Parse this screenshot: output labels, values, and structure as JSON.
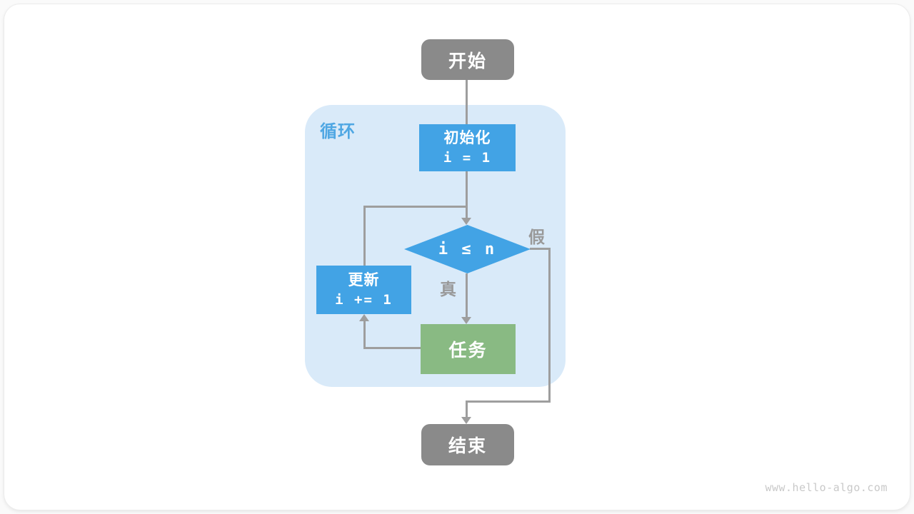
{
  "diagram": {
    "nodes": {
      "start": {
        "label": "开始"
      },
      "init": {
        "line1": "初始化",
        "line2": "i = 1"
      },
      "condition": {
        "label": "i ≤ n"
      },
      "update": {
        "line1": "更新",
        "line2": "i += 1"
      },
      "task": {
        "label": "任务"
      },
      "end": {
        "label": "结束"
      }
    },
    "loop_container_label": "循环",
    "branch_labels": {
      "true": "真",
      "false": "假"
    }
  },
  "footer": {
    "watermark": "www.hello-algo.com"
  },
  "colors": {
    "node_blue": "#42A3E5",
    "node_green": "#89BA83",
    "node_gray": "#8A8A8A",
    "loop_container_bg": "#D9EAF9",
    "loop_label_text": "#4FA7E3",
    "connector_gray": "#9E9E9E",
    "branch_label_gray": "#999999",
    "watermark_gray": "#C9C9C9"
  }
}
